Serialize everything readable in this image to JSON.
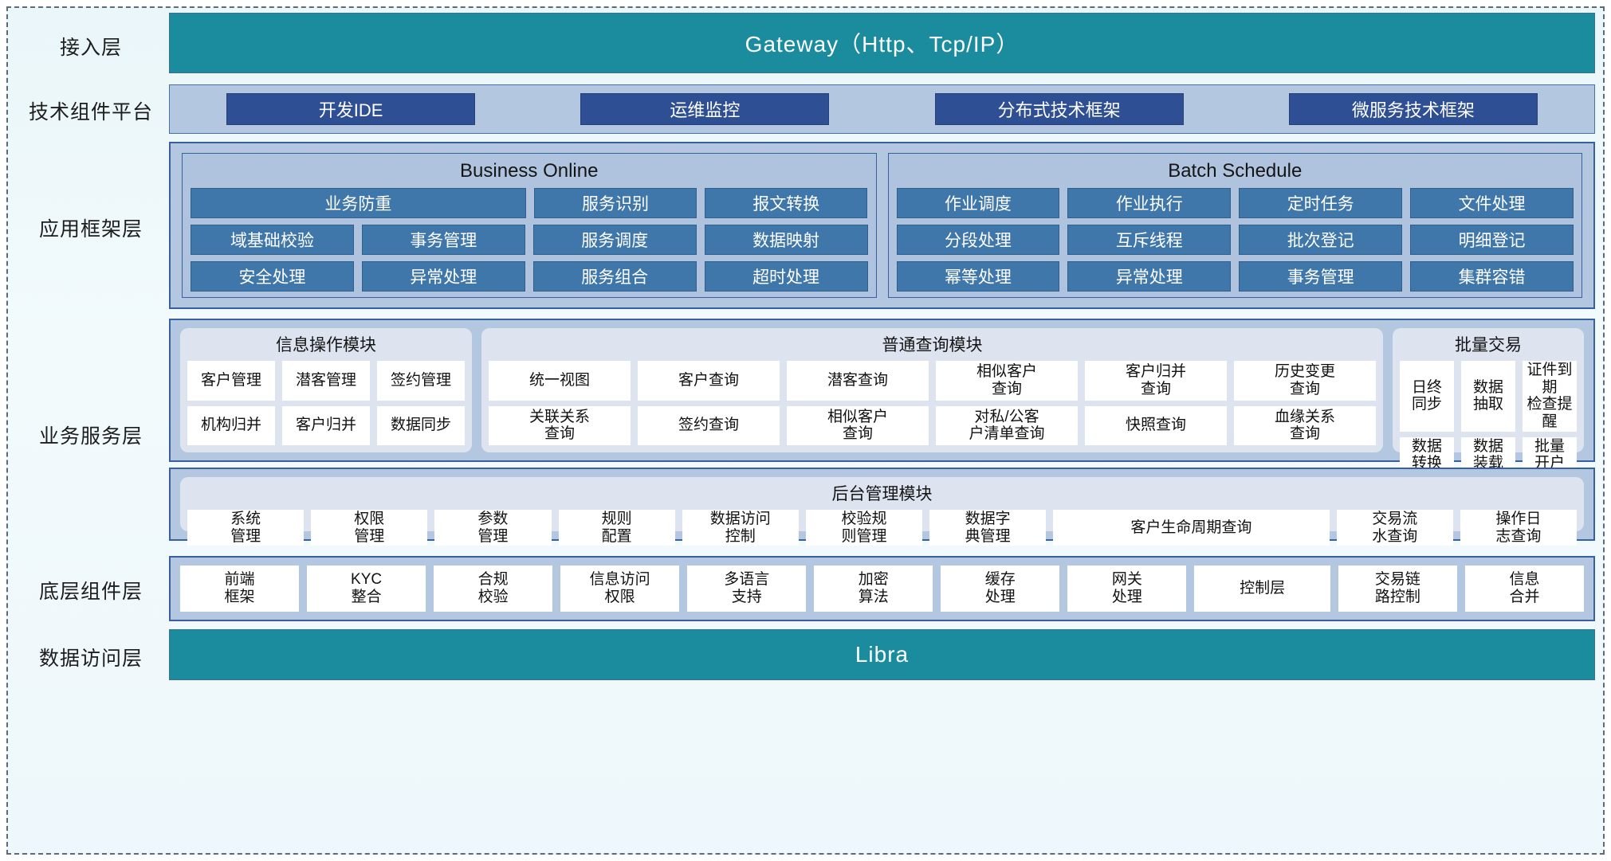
{
  "layers": [
    {
      "label": "接入层"
    },
    {
      "label": "技术组件平台"
    },
    {
      "label": "应用框架层"
    },
    {
      "label": "业务服务层"
    },
    {
      "label": "底层组件层"
    },
    {
      "label": "数据访问层"
    }
  ],
  "colors": {
    "teal": "#1b8c9e",
    "dark_blue": "#2e4f93",
    "mid_blue": "#3f77ab",
    "band": "#b4c7e0",
    "card": "#dde4f0",
    "white_box": "#ffffff",
    "border": "#3a5f9e",
    "page_bg": "#eaf6fa"
  },
  "access_layer": {
    "title": "Gateway（Http、Tcp/IP）"
  },
  "tech_platform": {
    "items": [
      "开发IDE",
      "运维监控",
      "分布式技术框架",
      "微服务技术框架"
    ]
  },
  "app_framework": {
    "groups": [
      {
        "title": "Business Online",
        "rows": [
          [
            "业务防重",
            "服务识别",
            "报文转换"
          ],
          [
            "域基础校验",
            "事务管理",
            "服务调度",
            "数据映射"
          ],
          [
            "安全处理",
            "异常处理",
            "服务组合",
            "超时处理"
          ]
        ]
      },
      {
        "title": "Batch Schedule",
        "rows": [
          [
            "作业调度",
            "作业执行",
            "定时任务",
            "文件处理"
          ],
          [
            "分段处理",
            "互斥线程",
            "批次登记",
            "明细登记"
          ],
          [
            "幂等处理",
            "异常处理",
            "事务管理",
            "集群容错"
          ]
        ]
      }
    ]
  },
  "business_service": {
    "modules": [
      {
        "title": "信息操作模块",
        "rows": [
          [
            "客户管理",
            "潜客管理",
            "签约管理"
          ],
          [
            "机构归并",
            "客户归并",
            "数据同步"
          ]
        ]
      },
      {
        "title": "普通查询模块",
        "rows": [
          [
            "统一视图",
            "客户查询",
            "潜客查询",
            "相似客户\n查询",
            "客户归并\n查询",
            "历史变更\n查询"
          ],
          [
            "关联关系\n查询",
            "签约查询",
            "相似客户\n查询",
            "对私/公客\n户清单查询",
            "快照查询",
            "血缘关系\n查询"
          ]
        ]
      },
      {
        "title": "批量交易",
        "rows": [
          [
            "日终\n同步",
            "数据\n抽取",
            "证件到期\n检查提醒"
          ],
          [
            "数据\n转换",
            "数据\n装载",
            "批量\n开户"
          ]
        ]
      }
    ],
    "admin_module": {
      "title": "后台管理模块",
      "items": [
        "系统\n管理",
        "权限\n管理",
        "参数\n管理",
        "规则\n配置",
        "数据访问\n控制",
        "校验规\n则管理",
        "数据字\n典管理",
        "客户生命周期查询",
        "交易流\n水查询",
        "操作日\n志查询"
      ]
    }
  },
  "component_layer": {
    "items": [
      "前端\n框架",
      "KYC\n整合",
      "合规\n校验",
      "信息访问\n权限",
      "多语言\n支持",
      "加密\n算法",
      "缓存\n处理",
      "网关\n处理",
      "控制层",
      "交易链\n路控制",
      "信息\n合并"
    ]
  },
  "data_access_layer": {
    "title": "Libra"
  }
}
